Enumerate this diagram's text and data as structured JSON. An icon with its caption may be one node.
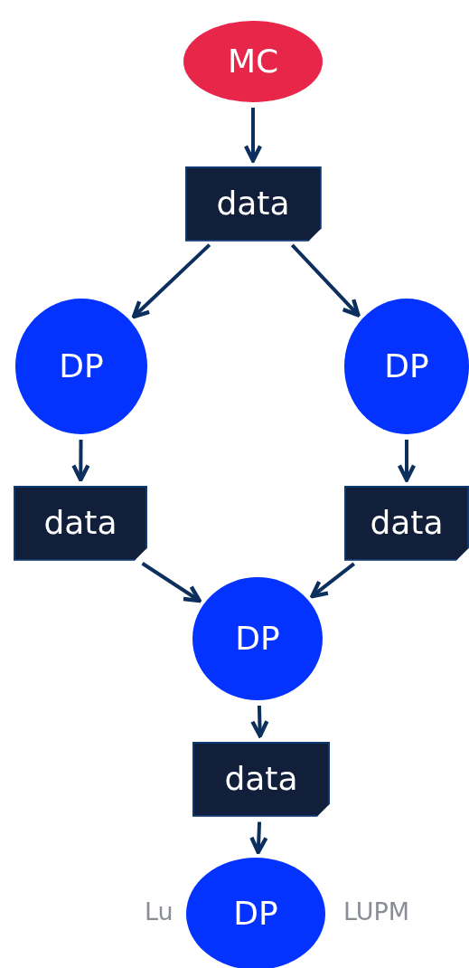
{
  "diagram": {
    "nodes": [
      {
        "text": [
          "MC"
        ]
      },
      {
        "text": [
          "data"
        ]
      },
      {
        "text": [
          "DP"
        ]
      },
      {
        "text": [
          "DP"
        ]
      },
      {
        "text": [
          "data"
        ]
      },
      {
        "text": [
          "data"
        ]
      },
      {
        "text": [
          "DP"
        ]
      },
      {
        "text": [
          "data"
        ]
      },
      {
        "text": [
          "DP"
        ]
      }
    ],
    "edges": [
      {
        "from": 0,
        "to": 1,
        "arrow": "to"
      },
      {
        "from": 1,
        "to": 2,
        "arrow": "to"
      },
      {
        "from": 1,
        "to": 3,
        "arrow": "to"
      },
      {
        "from": 2,
        "to": 4,
        "arrow": "to"
      },
      {
        "from": 3,
        "to": 5,
        "arrow": "to"
      },
      {
        "from": 4,
        "to": 6,
        "arrow": "to"
      },
      {
        "from": 5,
        "to": 6,
        "arrow": "to"
      },
      {
        "from": 6,
        "to": 7,
        "arrow": "to"
      },
      {
        "from": 7,
        "to": 8,
        "arrow": "to"
      }
    ],
    "labels": [
      "Lu",
      "LUPM"
    ]
  }
}
